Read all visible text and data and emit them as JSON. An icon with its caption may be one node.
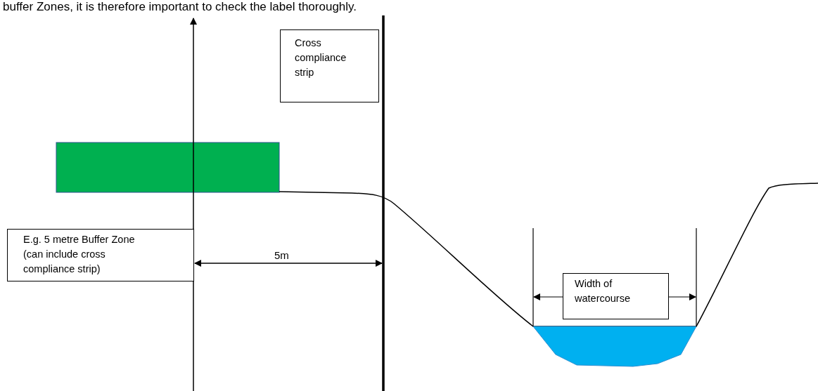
{
  "diagram": {
    "nodes": [
      {
        "text": [
          "Cross compliance strip"
        ]
      },
      {
        "text": [
          "E.g. 5 metre Buffer Zone (can include cross compliance strip)"
        ]
      },
      {
        "text": [
          "Width of watercourse"
        ]
      }
    ],
    "labels": [
      "buffer Zones, it is therefore important to check the label thoroughly.",
      "5m"
    ]
  }
}
